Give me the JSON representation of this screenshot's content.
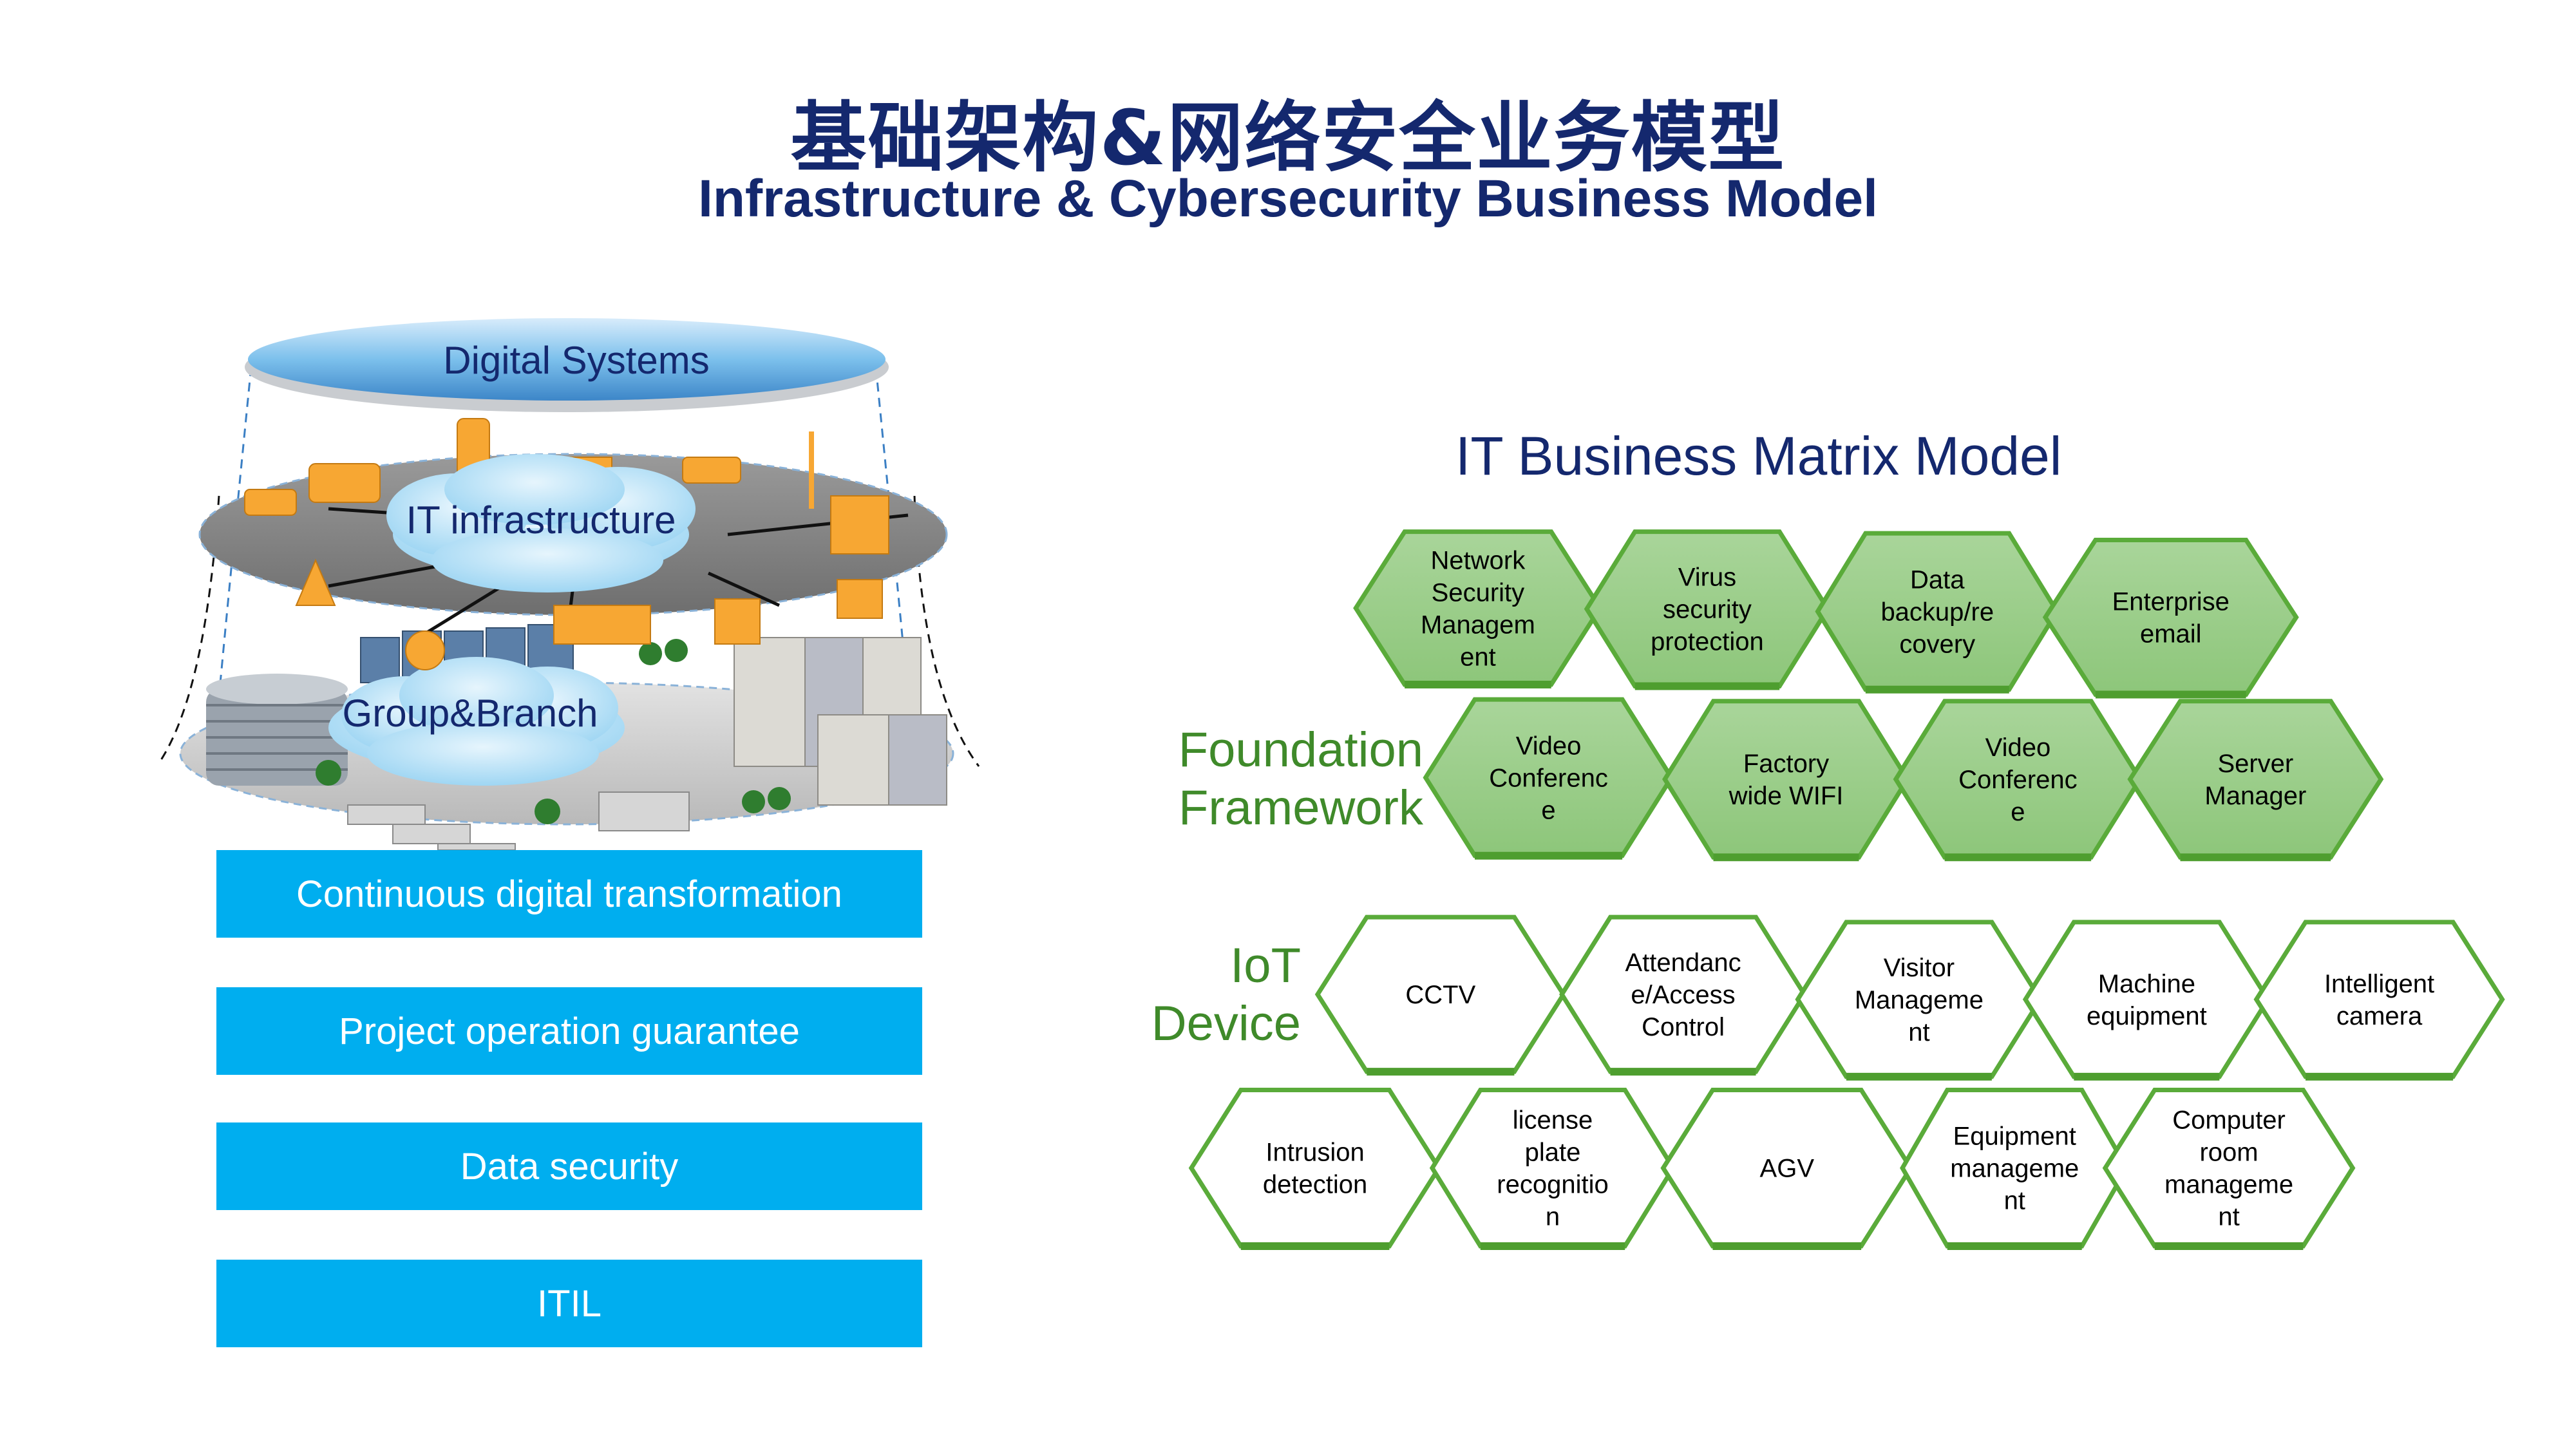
{
  "header": {
    "title_cn": "基础架构&网络安全业务模型",
    "title_en": "Infrastructure & Cybersecurity Business Model"
  },
  "illustration": {
    "top_layer": "Digital Systems",
    "middle_layer": "IT infrastructure",
    "bottom_layer": "Group&Branch"
  },
  "pillars": [
    {
      "label": "Continuous digital transformation"
    },
    {
      "label": "Project operation guarantee"
    },
    {
      "label": "Data security"
    },
    {
      "label": "ITIL"
    }
  ],
  "matrix": {
    "title": "IT Business Matrix Model",
    "foundation_label": "Foundation Framework",
    "foundation_label_lines": [
      "Foundation",
      "Framework"
    ],
    "iot_label_lines": [
      "IoT",
      "Device"
    ],
    "foundation_rows": [
      [
        {
          "lines": [
            "Network",
            "Security",
            "Managem",
            "ent"
          ]
        },
        {
          "lines": [
            "Virus",
            "security",
            "protection"
          ]
        },
        {
          "lines": [
            "Data",
            "backup/re",
            "covery"
          ]
        },
        {
          "lines": [
            "Enterprise",
            "email"
          ]
        }
      ],
      [
        {
          "lines": [
            "Video",
            "Conferenc",
            "e"
          ]
        },
        {
          "lines": [
            "Factory",
            "wide WIFI"
          ]
        },
        {
          "lines": [
            "Video",
            "Conferenc",
            "e"
          ]
        },
        {
          "lines": [
            "Server",
            "Manager"
          ]
        }
      ]
    ],
    "iot_rows": [
      [
        {
          "lines": [
            "CCTV"
          ]
        },
        {
          "lines": [
            "Attendanc",
            "e/Access",
            "Control"
          ]
        },
        {
          "lines": [
            "Visitor",
            "Manageme",
            "nt"
          ]
        },
        {
          "lines": [
            "Machine",
            "equipment"
          ]
        },
        {
          "lines": [
            "Intelligent",
            "camera"
          ]
        }
      ],
      [
        {
          "lines": [
            "Intrusion",
            "detection"
          ]
        },
        {
          "lines": [
            "license",
            "plate",
            "recognitio",
            "n"
          ]
        },
        {
          "lines": [
            "AGV"
          ]
        },
        {
          "lines": [
            "Equipment",
            "manageme",
            "nt"
          ]
        },
        {
          "lines": [
            "Computer",
            "room",
            "manageme",
            "nt"
          ]
        }
      ]
    ]
  },
  "colors": {
    "title_navy": "#14286e",
    "pillar_blue": "#00aeef",
    "hex_green_stroke": "#5aab3a",
    "hex_green_fill_top": "#a9d59a",
    "hex_green_fill_bottom": "#8dc67a",
    "label_green": "#3f8a2a",
    "device_orange": "#f7a733"
  }
}
